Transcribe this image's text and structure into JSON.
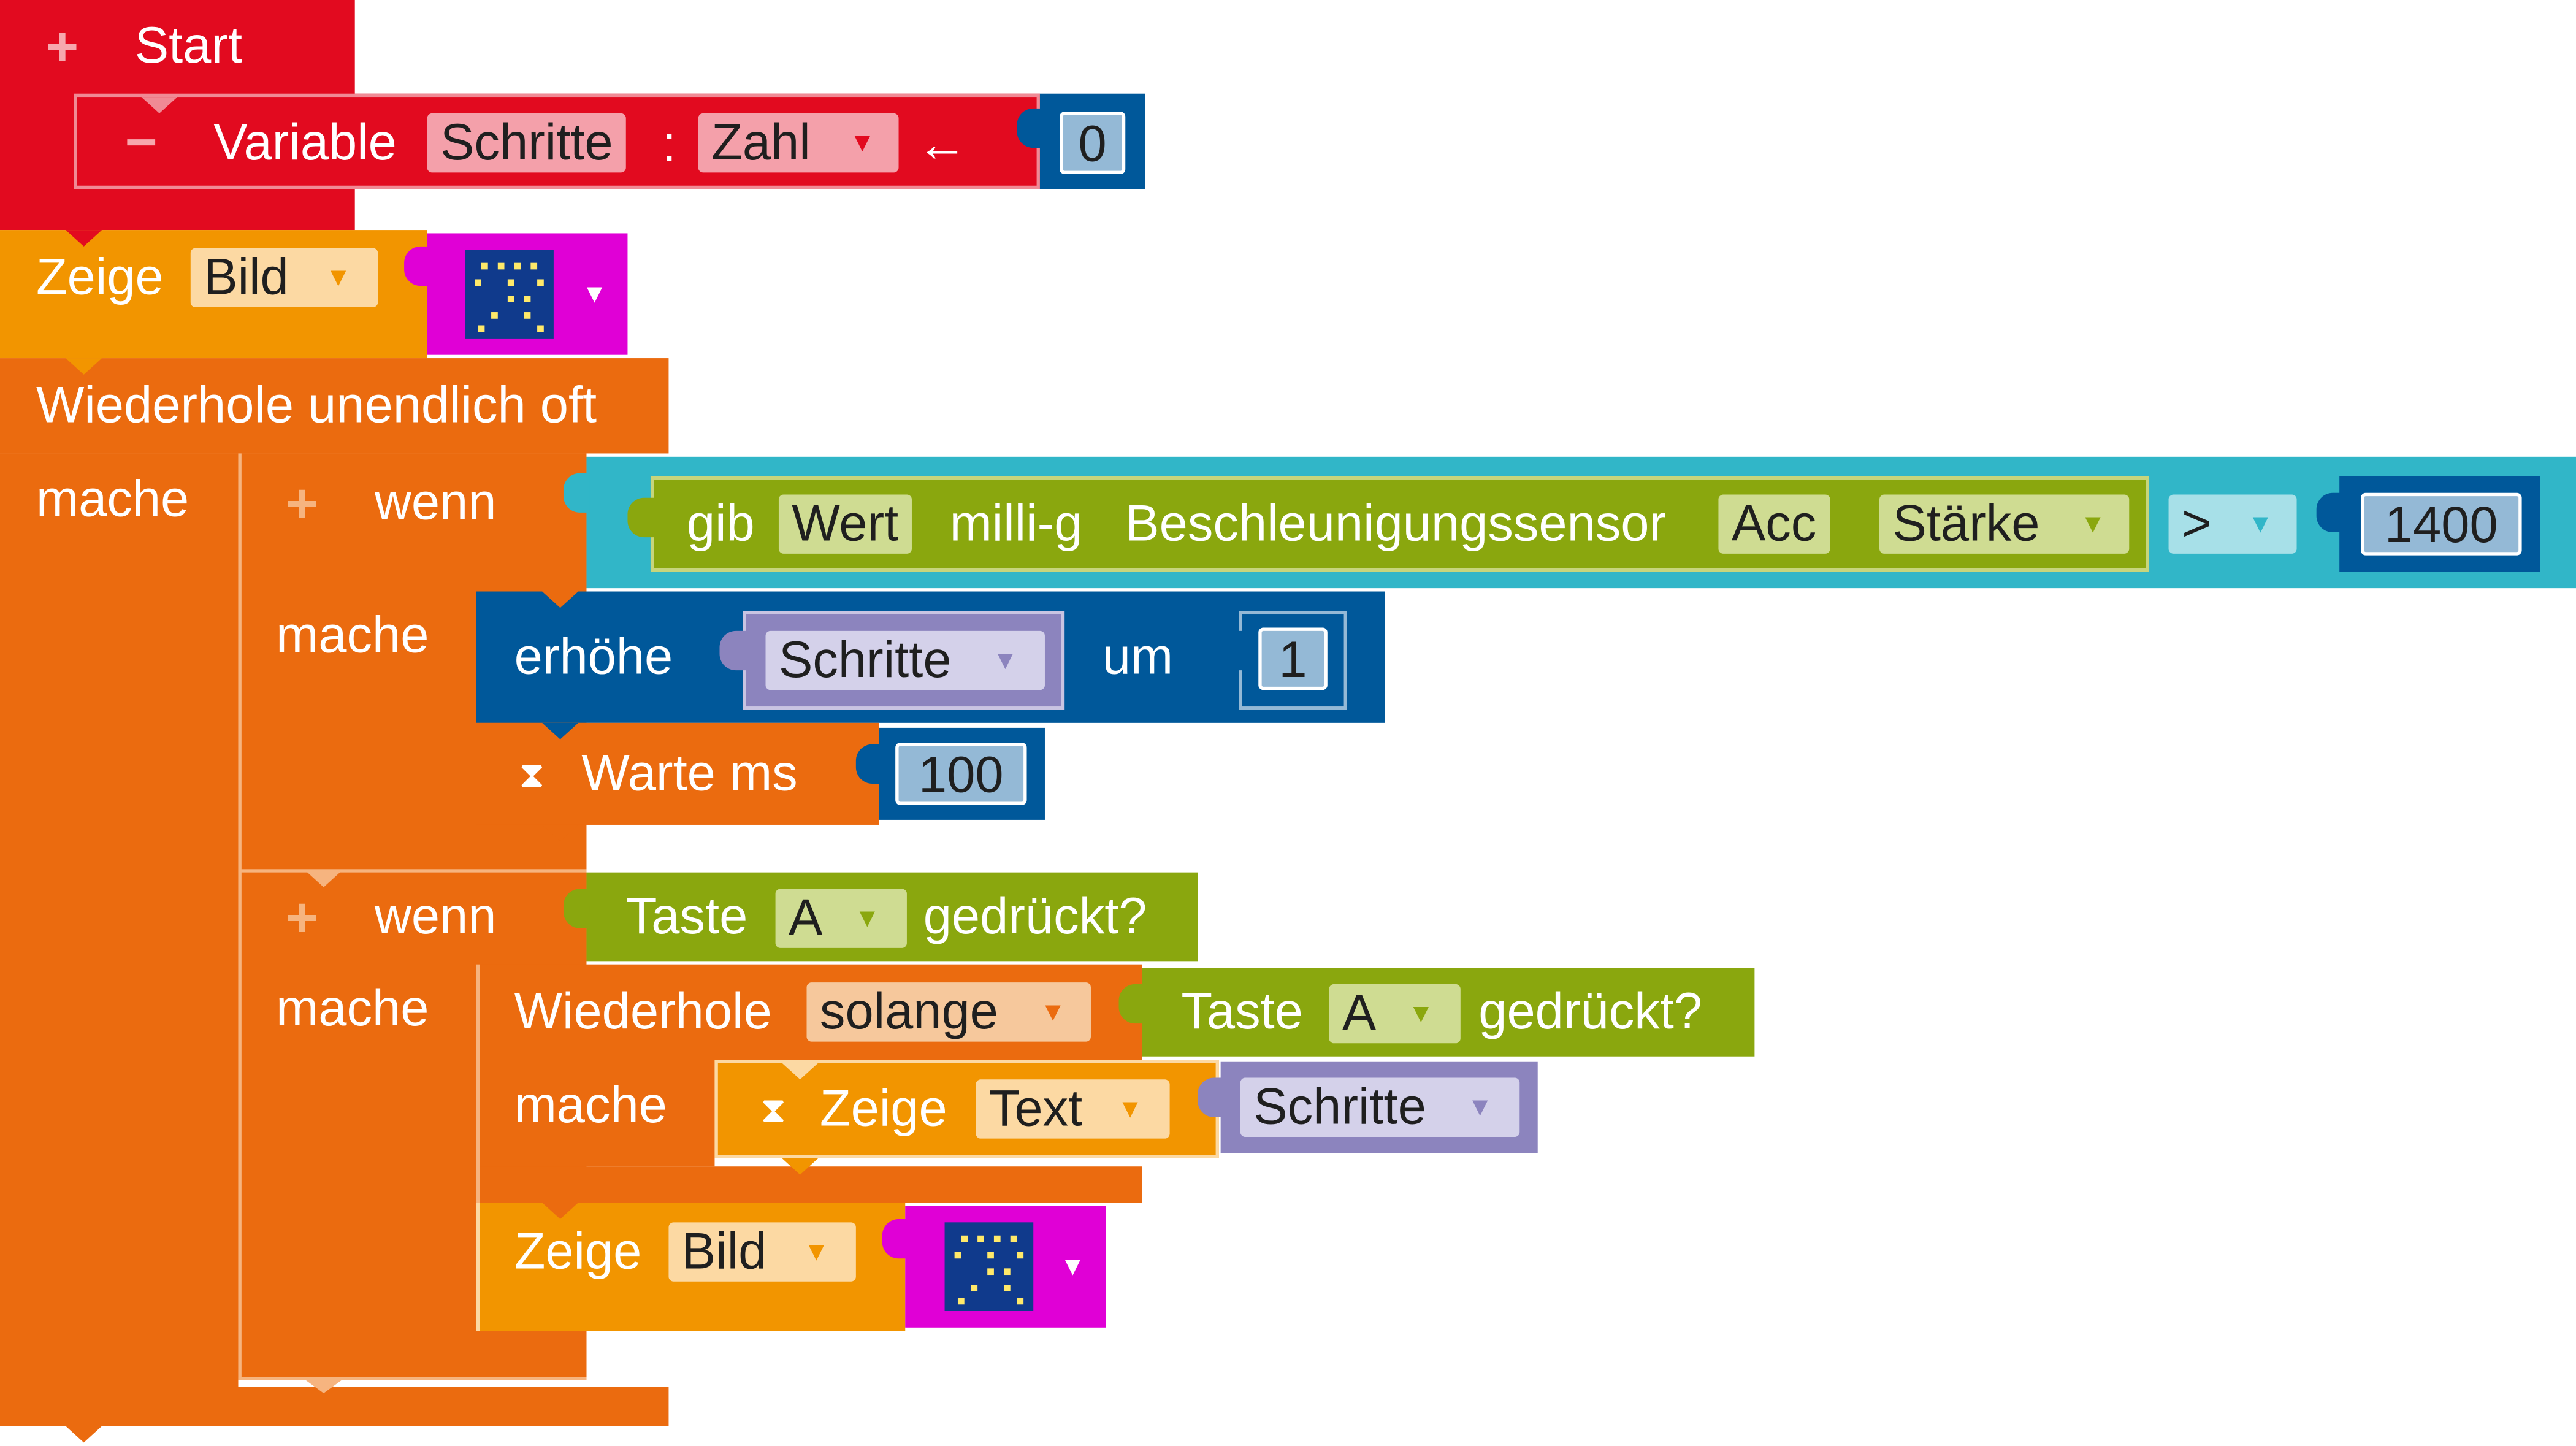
{
  "start_block": {
    "label": "Start",
    "variable_label": "Variable",
    "variable_name": "Schritte",
    "separator": ":",
    "variable_type": "Zahl",
    "assign_symbol": "←",
    "initial_value": "0"
  },
  "show_image_block": {
    "label": "Zeige",
    "kind": "Bild"
  },
  "forever_block": {
    "label": "Wiederhole unendlich oft",
    "do_label": "mache"
  },
  "if_block_1": {
    "if_label": "wenn",
    "do_label": "mache",
    "condition": {
      "get_label": "gib",
      "value_field": "Wert",
      "unit": "milli-g",
      "sensor": "Beschleunigungssensor",
      "sensor_name": "Acc",
      "property": "Stärke",
      "operator": ">",
      "threshold": "1400"
    },
    "increment": {
      "label": "erhöhe",
      "variable": "Schritte",
      "by_label": "um",
      "amount": "1"
    },
    "wait": {
      "label": "Warte ms",
      "value": "100"
    }
  },
  "if_block_2": {
    "if_label": "wenn",
    "do_label": "mache",
    "condition": {
      "label": "Taste",
      "button": "A",
      "suffix": "gedrückt?"
    },
    "while_loop": {
      "label": "Wiederhole",
      "mode": "solange",
      "do_label": "mache",
      "condition": {
        "label": "Taste",
        "button": "A",
        "suffix": "gedrückt?"
      },
      "show_text": {
        "label": "Zeige",
        "kind": "Text",
        "variable": "Schritte"
      }
    },
    "show_image": {
      "label": "Zeige",
      "kind": "Bild"
    }
  },
  "icons": {
    "plus": "plus-icon",
    "minus": "minus-icon",
    "dropdown": "dropdown-arrow-icon",
    "hourglass": "hourglass-icon",
    "led_image": "led-matrix-image-icon"
  },
  "colors": {
    "start_red": "#e20a1f",
    "control_orange": "#eb6b0f",
    "display_orange": "#f29500",
    "sensor_cyan": "#31b6c8",
    "logic_green": "#8aa70e",
    "math_blue": "#00589a",
    "variable_purple": "#8c84be",
    "image_magenta": "#e000d6"
  }
}
